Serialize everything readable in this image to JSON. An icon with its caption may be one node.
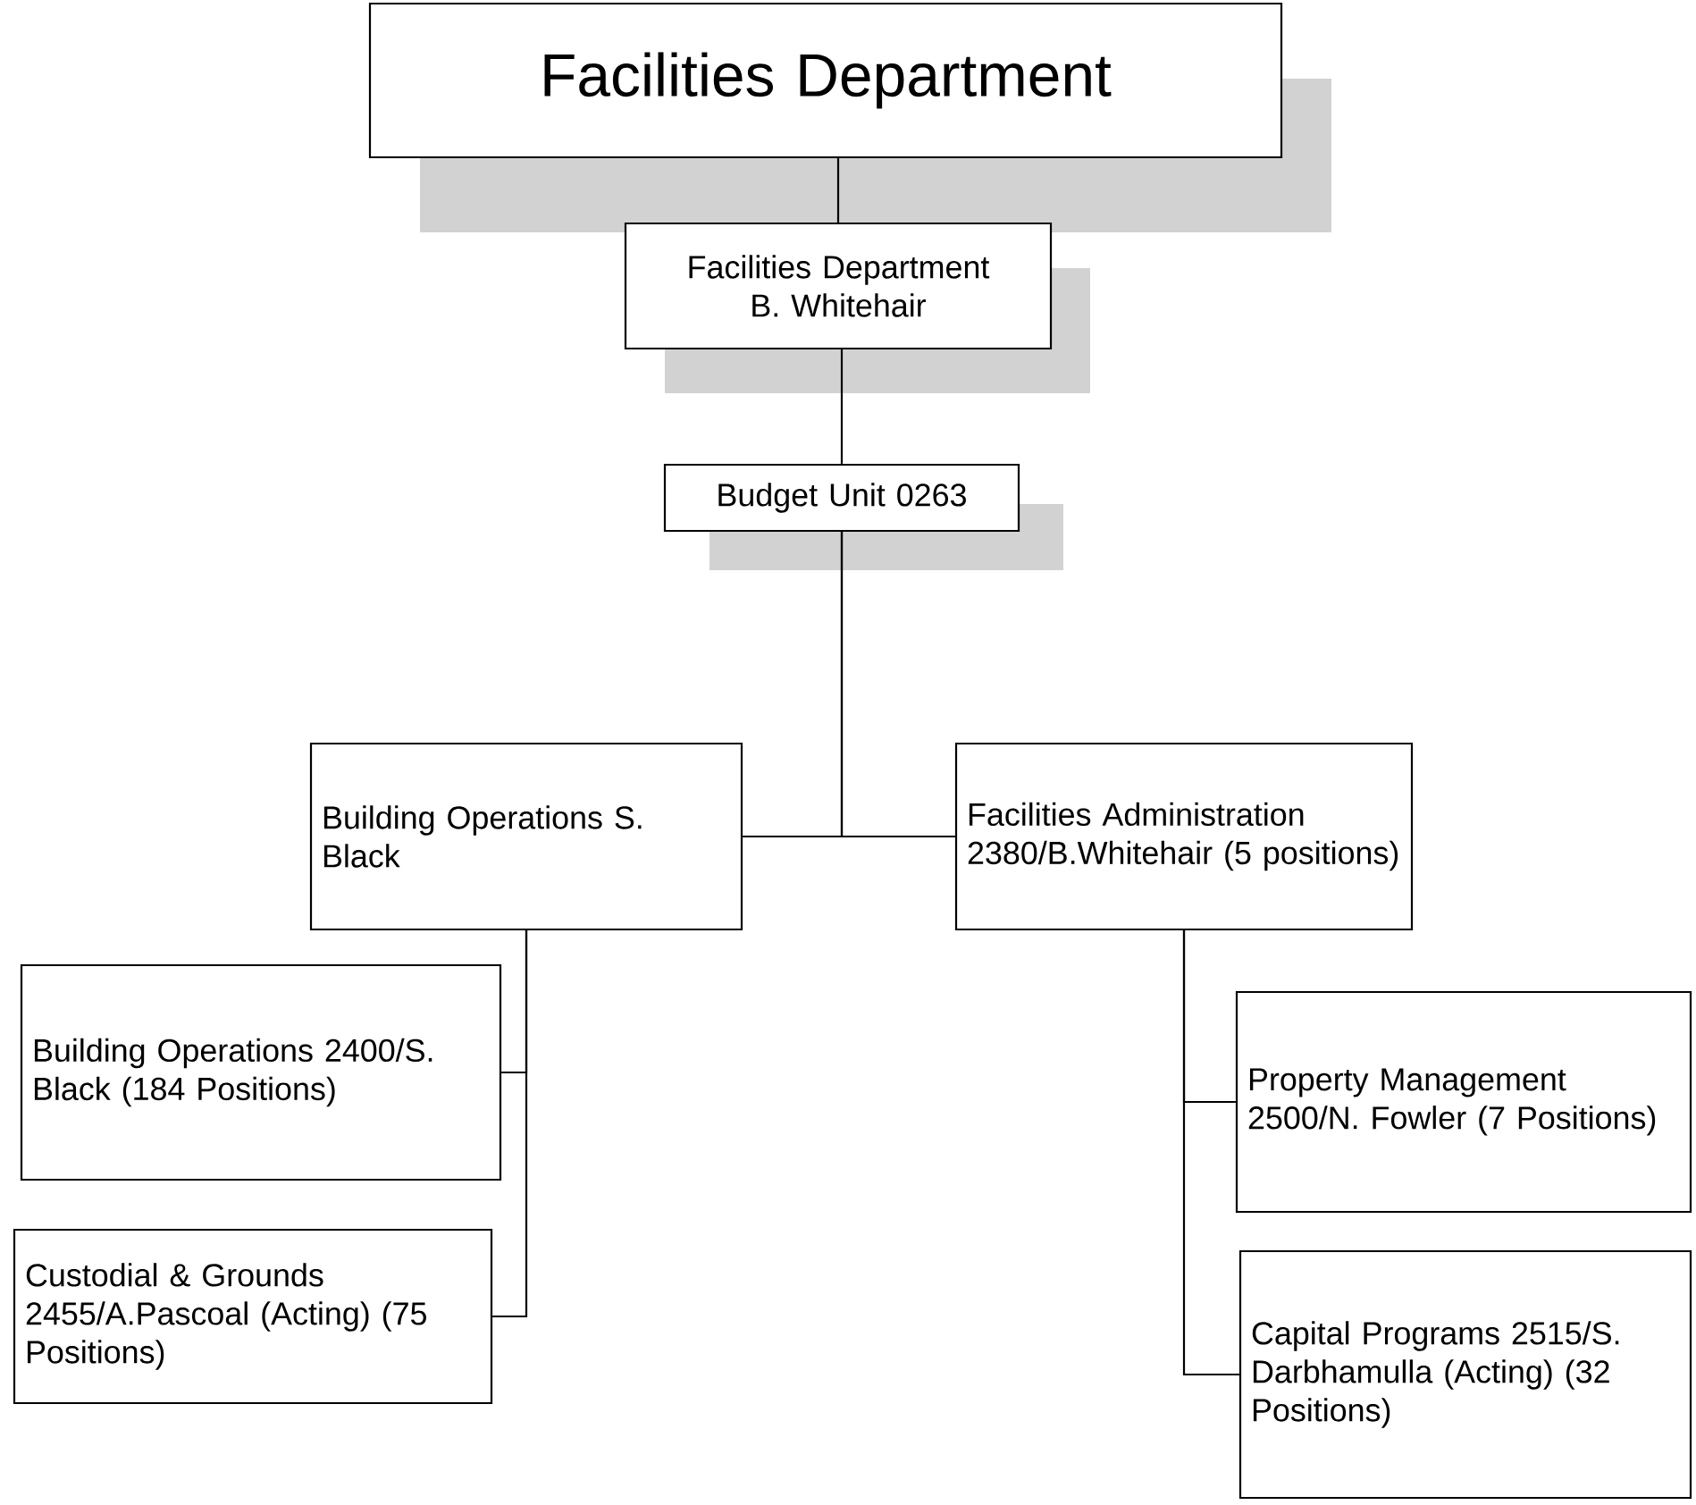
{
  "diagram": {
    "nodes": [
      {
        "text": [
          "Facilities Department"
        ]
      },
      {
        "text": [
          "Facilities Department B. Whitehair"
        ]
      },
      {
        "text": [
          "Budget Unit 0263"
        ]
      },
      {
        "text": [
          "Building Operations S. Black"
        ]
      },
      {
        "text": [
          "Facilities Administration 2380/B.Whitehair (5 positions)"
        ]
      },
      {
        "text": [
          "Building Operations 2400/S. Black (184 Positions)"
        ]
      },
      {
        "text": [
          "Custodial & Grounds 2455/A.Pascoal (Acting) (75 Positions)"
        ]
      },
      {
        "text": [
          "Property Management 2500/N. Fowler (7 Positions)"
        ]
      },
      {
        "text": [
          "Capital Programs 2515/S. Darbhamulla (Acting) (32 Positions)"
        ]
      }
    ],
    "edges": [
      {
        "from": 0,
        "to": 1,
        "arrow": "none"
      },
      {
        "from": 1,
        "to": 2,
        "arrow": "none"
      },
      {
        "from": 2,
        "to": 3,
        "arrow": "none"
      },
      {
        "from": 2,
        "to": 4,
        "arrow": "none"
      },
      {
        "from": 3,
        "to": 5,
        "arrow": "none"
      },
      {
        "from": 3,
        "to": 6,
        "arrow": "none"
      },
      {
        "from": 4,
        "to": 7,
        "arrow": "none"
      },
      {
        "from": 4,
        "to": 8,
        "arrow": "none"
      }
    ]
  }
}
